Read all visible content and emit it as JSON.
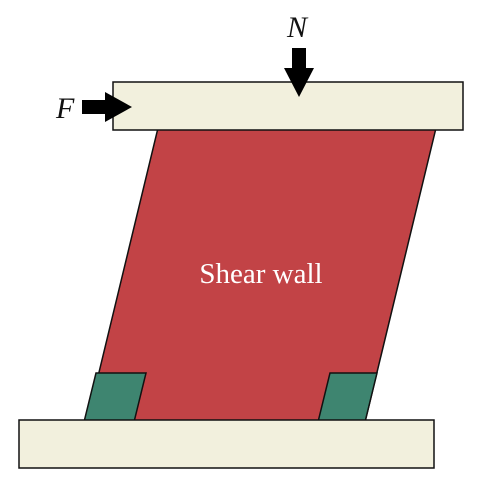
{
  "labels": {
    "vertical_load": "N",
    "lateral_load": "F",
    "wall": "Shear wall"
  },
  "colors": {
    "beam_fill": "#f2f0dd",
    "wall_fill": "#c24346",
    "boundary_fill": "#3e8570",
    "outline": "#111111",
    "arrow": "#000000"
  }
}
